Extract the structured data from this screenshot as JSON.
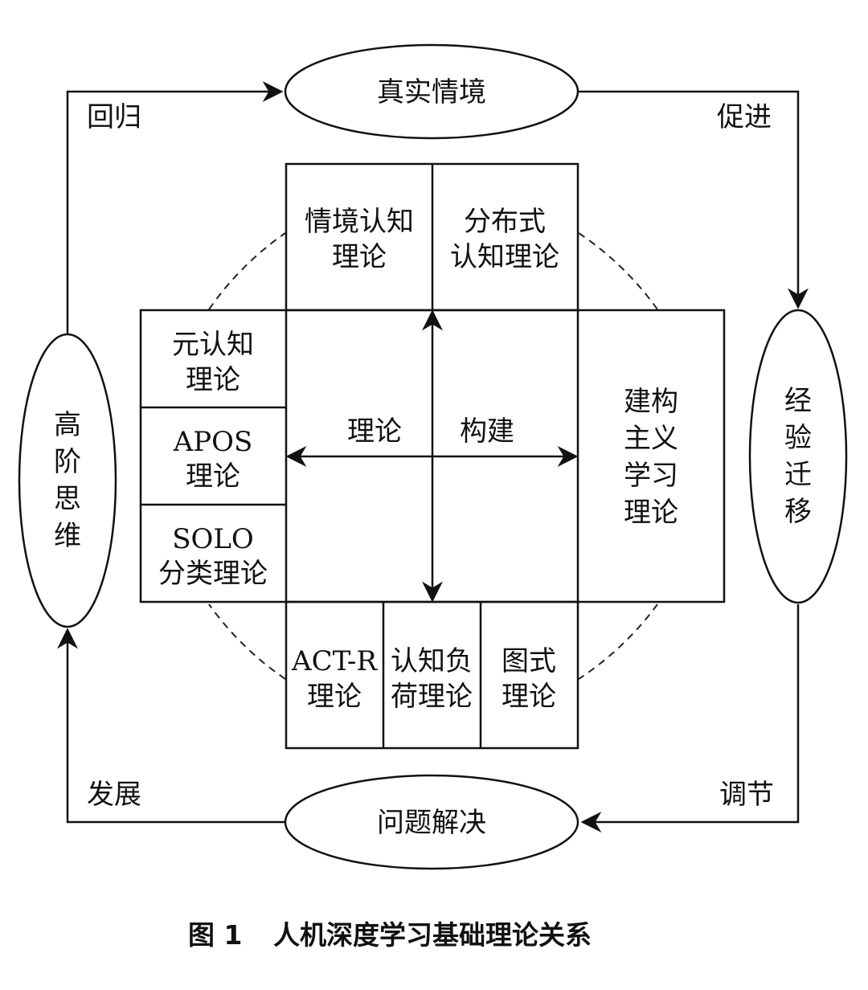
{
  "nodes": {
    "top": "真实情境",
    "right": [
      "经",
      "验",
      "迁",
      "移"
    ],
    "bottom": "问题解决",
    "left": [
      "高",
      "阶",
      "思",
      "维"
    ]
  },
  "edges": {
    "top_left": "回归",
    "top_right": "促进",
    "bottom_right": "调节",
    "bottom_left": "发展"
  },
  "boxes": {
    "situated": [
      "情境认知",
      "理论"
    ],
    "distributed": [
      "分布式",
      "认知理论"
    ],
    "metacognition": [
      "元认知",
      "理论"
    ],
    "apos": [
      "APOS",
      "理论"
    ],
    "solo": [
      "SOLO",
      "分类理论"
    ],
    "constructivism": [
      "建构",
      "主义",
      "学习",
      "理论"
    ],
    "actr": [
      "ACT-R",
      "理论"
    ],
    "cognitive_load": [
      "认知负",
      "荷理论"
    ],
    "schema": [
      "图式",
      "理论"
    ]
  },
  "center": {
    "left_label": "理论",
    "right_label": "构建"
  },
  "caption": {
    "number": "图 1",
    "title": "人机深度学习基础理论关系"
  }
}
